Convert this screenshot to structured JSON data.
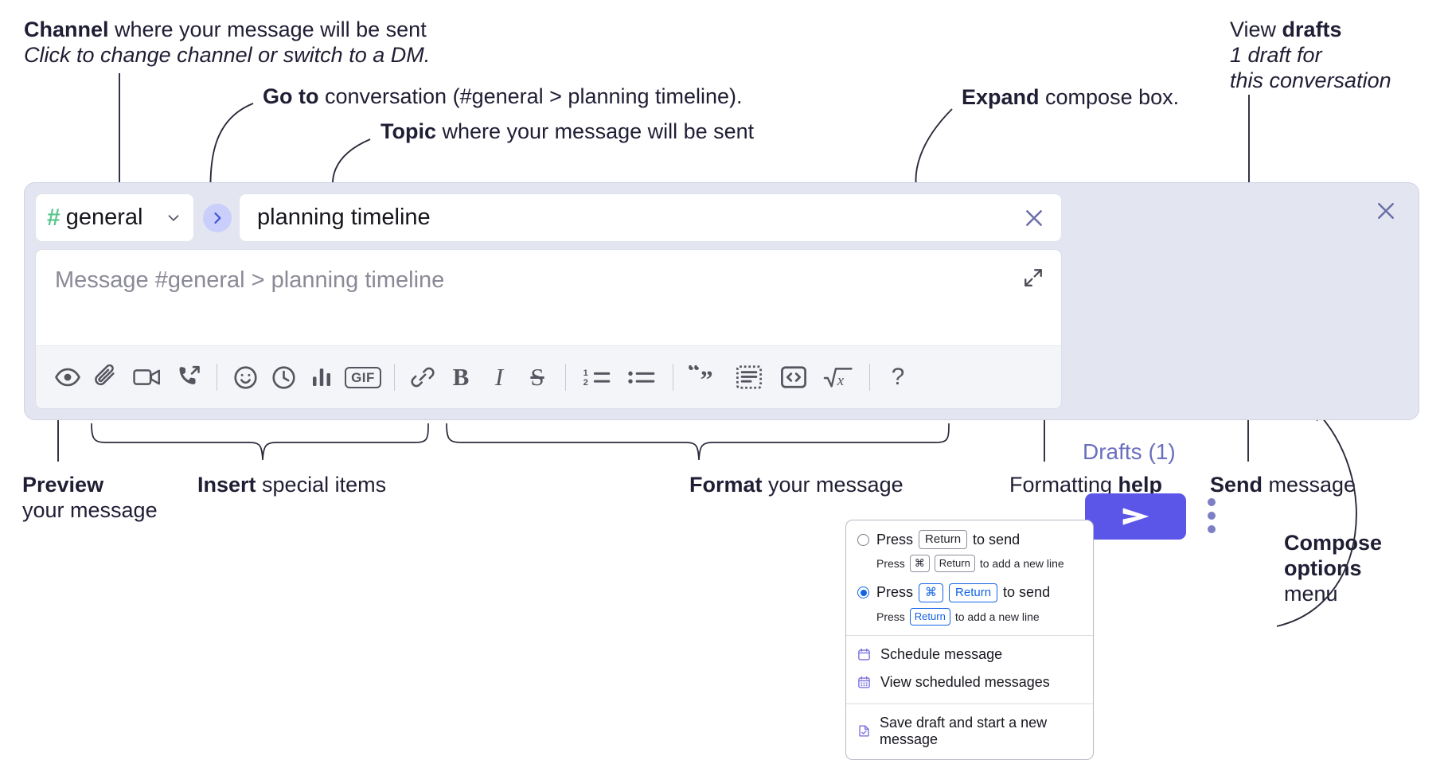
{
  "annotations": {
    "channel": {
      "bold": "Channel",
      "rest": " where your message will be sent",
      "italic": "Click to change channel or switch to a DM."
    },
    "goto": {
      "bold": "Go to",
      "rest": " conversation (#general > planning timeline)."
    },
    "topic": {
      "bold": "Topic",
      "rest": " where your message will be sent"
    },
    "expand": {
      "bold": "Expand",
      "rest": " compose box."
    },
    "drafts": {
      "rest": "View ",
      "bold": "drafts",
      "italic1": "1 draft for",
      "italic2": "this conversation"
    },
    "preview": {
      "bold": "Preview",
      "rest": "your message"
    },
    "insert": {
      "bold": "Insert",
      "rest": " special items"
    },
    "format": {
      "bold": "Format",
      "rest": " your message"
    },
    "help": {
      "rest": "Formatting ",
      "bold": "help"
    },
    "send": {
      "bold": "Send",
      "rest": " message"
    },
    "compose_options": {
      "bold1": "Compose",
      "bold2": "options",
      "rest": "menu"
    }
  },
  "compose": {
    "channel_name": "general",
    "hash_symbol": "#",
    "topic_value": "planning timeline",
    "message_placeholder": "Message #general > planning timeline",
    "drafts_label": "Drafts (1)",
    "toolbar_icons": [
      "preview-eye-icon",
      "attachment-paperclip-icon",
      "video-camera-icon",
      "call-forward-icon",
      "emoji-smiley-icon",
      "clock-schedule-icon",
      "poll-bars-icon",
      "gif-icon",
      "link-icon",
      "bold-icon",
      "italic-icon",
      "strikethrough-icon",
      "ordered-list-icon",
      "bulleted-list-icon",
      "blockquote-icon",
      "code-block-icon",
      "inline-code-icon",
      "math-icon",
      "formatting-help-icon"
    ],
    "gif_label": "GIF",
    "bold_label": "B",
    "italic_label": "I",
    "strike_label": "S",
    "help_label": "?"
  },
  "popup": {
    "options": [
      {
        "selected": false,
        "main_prefix": "Press",
        "main_keys": [
          "Return"
        ],
        "main_suffix": "to send",
        "sub_prefix": "Press",
        "sub_keys": [
          "⌘",
          "Return"
        ],
        "sub_suffix": "to add a new line"
      },
      {
        "selected": true,
        "main_prefix": "Press",
        "main_keys": [
          "⌘",
          "Return"
        ],
        "main_suffix": "to send",
        "sub_prefix": "Press",
        "sub_keys": [
          "Return"
        ],
        "sub_suffix": "to add a new line"
      }
    ],
    "menu_items": [
      {
        "label": "Schedule message",
        "icon": "calendar-clock-icon"
      },
      {
        "label": "View scheduled messages",
        "icon": "calendar-grid-icon"
      },
      {
        "label": "Save draft and start a new message",
        "icon": "document-check-icon"
      }
    ]
  },
  "colors": {
    "panel_bg": "#e3e5f1",
    "send_purple": "#5b56e8",
    "hash_green": "#5cc68f",
    "drafts_purple": "#6a6fbe",
    "accent_blue": "#1264e6",
    "menu_icon_purple": "#7a6fe0"
  }
}
